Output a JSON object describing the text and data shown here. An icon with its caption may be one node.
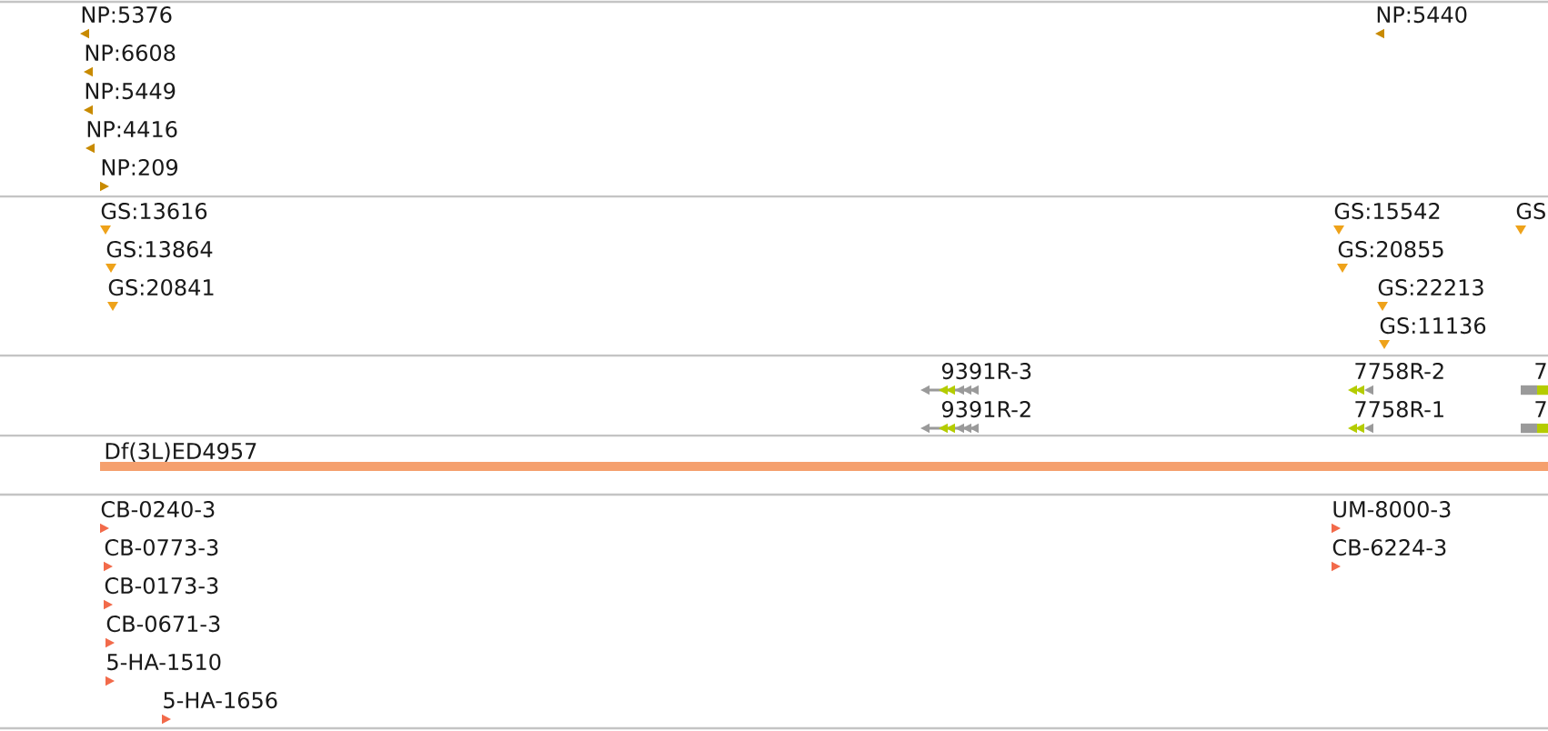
{
  "diagram": {
    "labels": [
      "NP:5376",
      "NP:5440",
      "NP:6608",
      "NP:5449",
      "NP:4416",
      "NP:209",
      "GS:13616",
      "GS:15542",
      "GS",
      "GS:13864",
      "GS:20855",
      "GS:20841",
      "GS:22213",
      "GS:11136",
      "9391R-3",
      "7758R-2",
      "7",
      "9391R-2",
      "7758R-1",
      "7",
      "Df(3L)ED4957",
      "CB-0240-3",
      "UM-8000-3",
      "CB-0773-3",
      "CB-6224-3",
      "CB-0173-3",
      "CB-0671-3",
      "5-HA-1510",
      "5-HA-1656"
    ]
  }
}
